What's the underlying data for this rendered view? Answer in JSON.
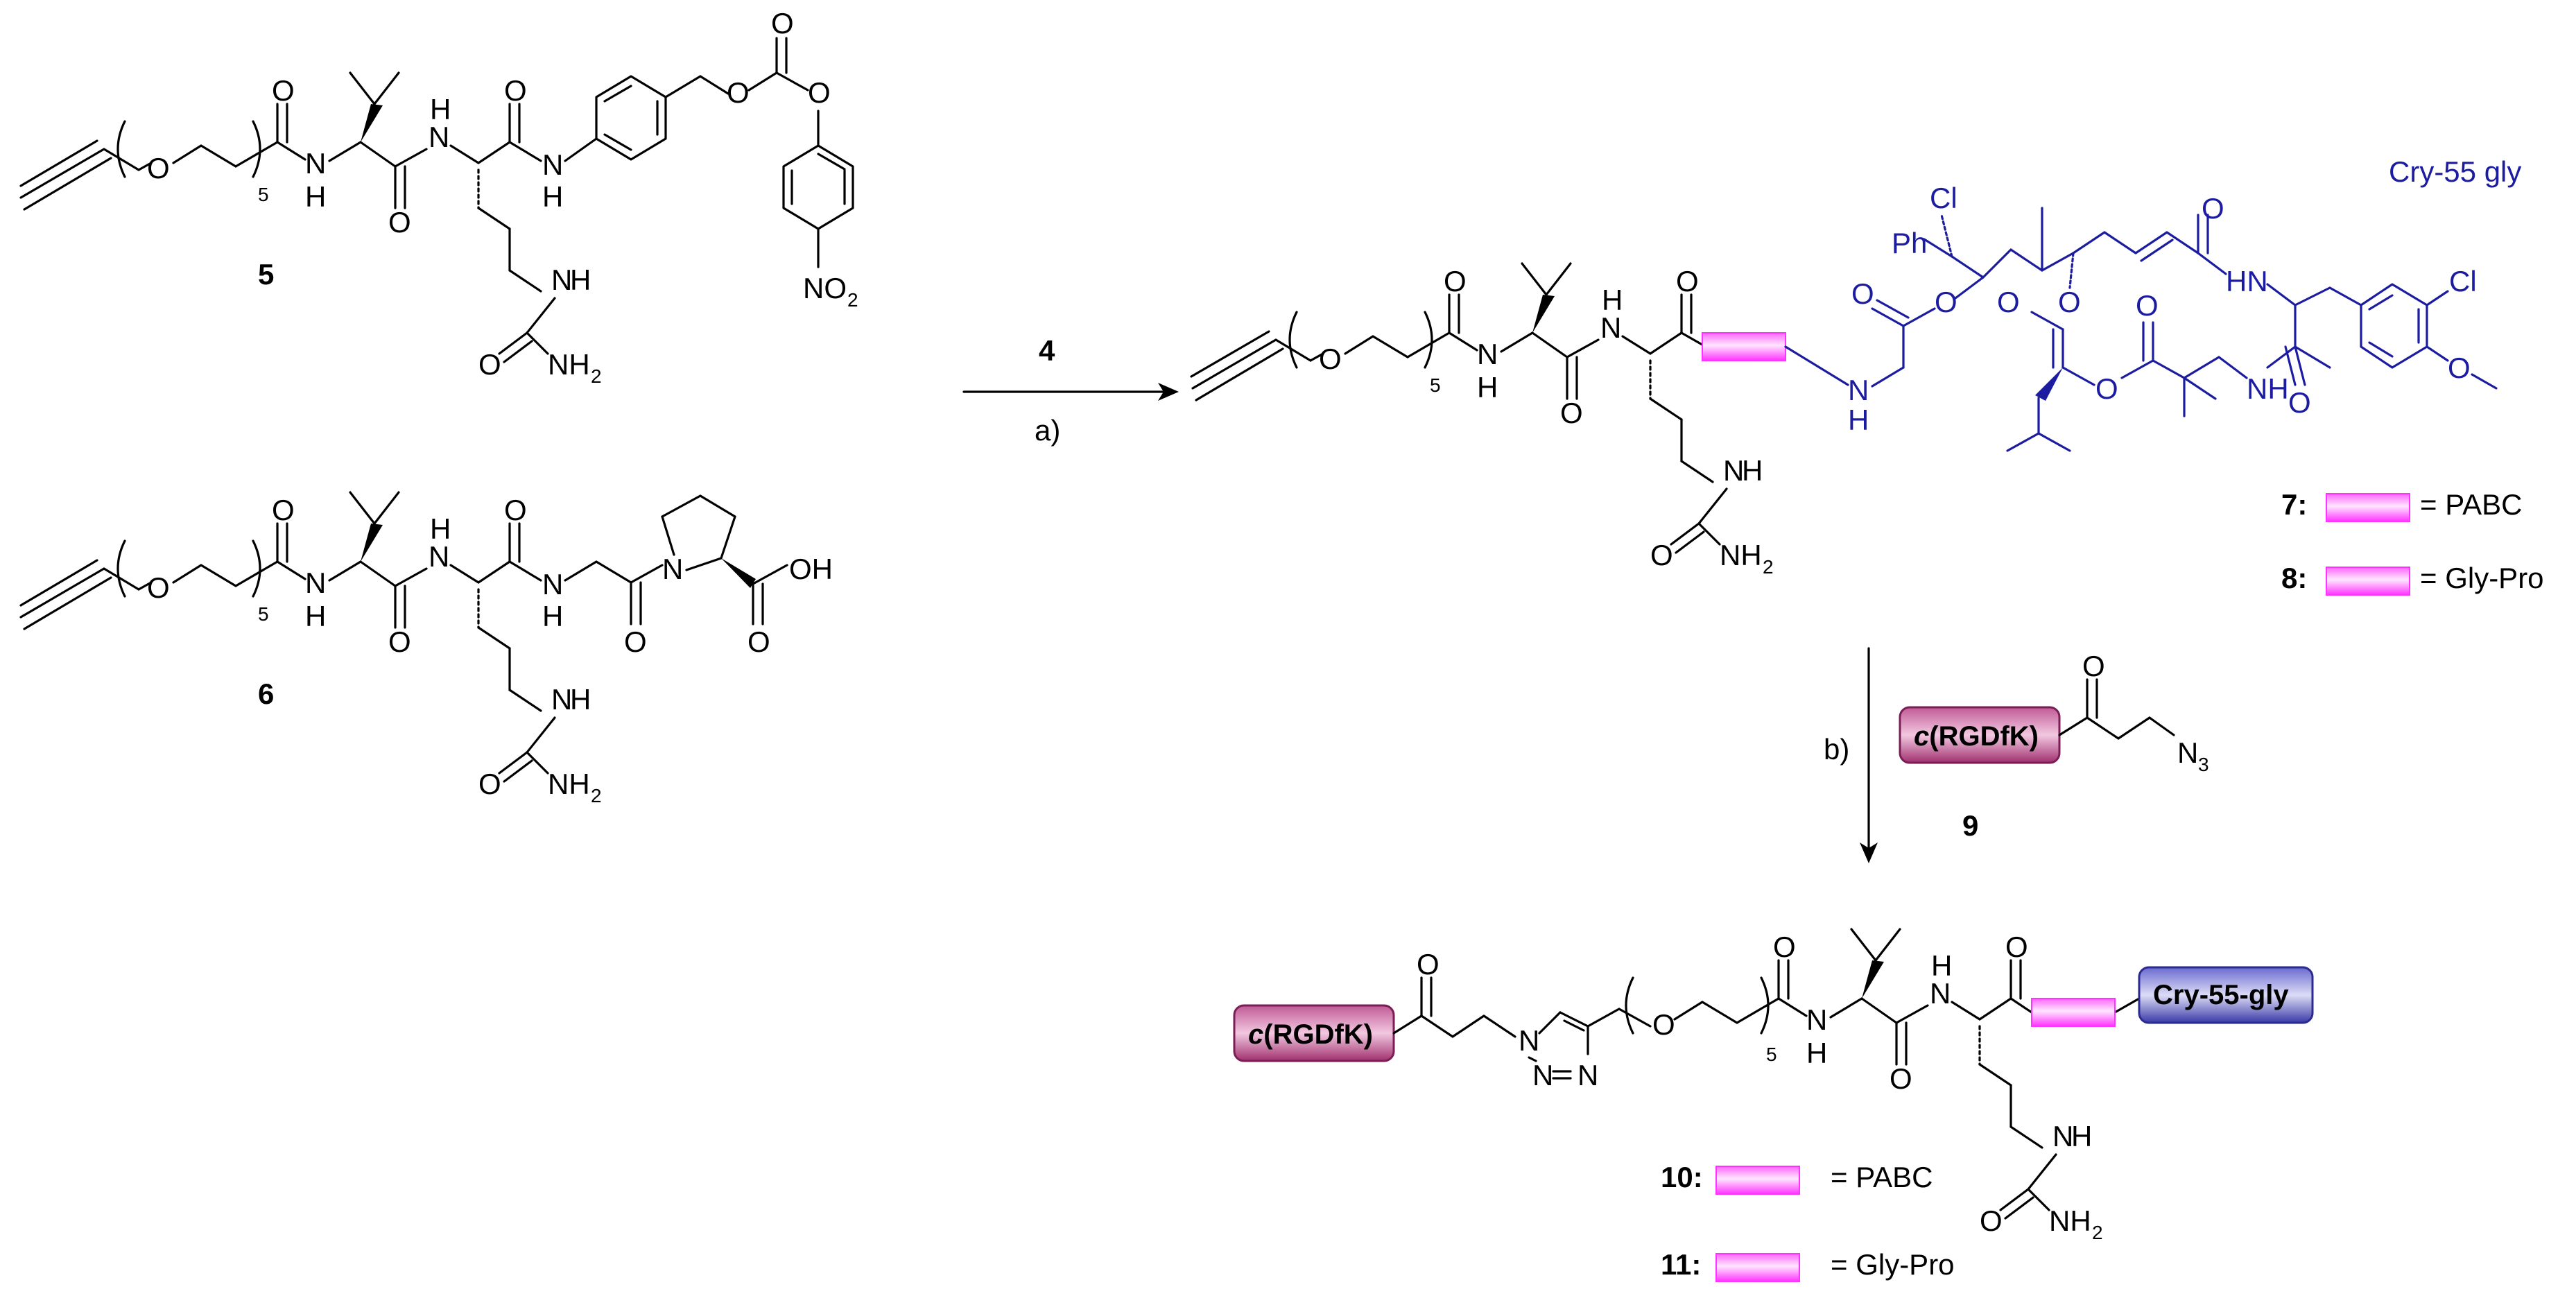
{
  "compounds": {
    "c5": "5",
    "c6": "6",
    "c9": "9"
  },
  "reaction": {
    "reagent_a": "4",
    "step_a": "a)",
    "step_b": "b)"
  },
  "labels": {
    "cry55_gly_text": "Cry-55 gly",
    "crgdfk_italic": "c",
    "crgdfk_rest": "(RGDfK)",
    "cry55_box": "Cry-55-gly",
    "repeat_n": "5"
  },
  "legend_78": [
    {
      "num": "7:",
      "text": "= PABC"
    },
    {
      "num": "8:",
      "text": "= Gly-Pro"
    }
  ],
  "legend_1011": [
    {
      "num": "10:",
      "text": "= PABC"
    },
    {
      "num": "11:",
      "text": "= Gly-Pro"
    }
  ],
  "colors": {
    "linker_pink": "#ff40ff",
    "cry_blue": "#1c1ca0",
    "rgd_purple": "#a0306e",
    "cry_box": "#4a4ab8"
  }
}
